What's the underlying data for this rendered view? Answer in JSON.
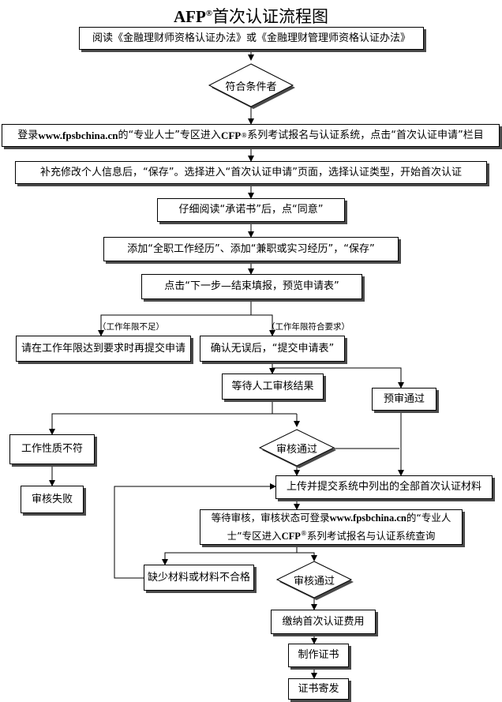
{
  "title": {
    "prefix": "AFP",
    "reg": "®",
    "suffix": "首次认证流程图"
  },
  "steps": {
    "read_rules": "阅读《金融理财师资格认证办法》或《金融理财管理师资格认证办法》",
    "eligible": "符合条件者",
    "login_1": "登录",
    "login_url": "www.fpsbchina.cn",
    "login_2": "的“专业人士”专区进入",
    "login_cfp": "CFP",
    "login_reg": "®",
    "login_3": "系列考试报名与认证系统，点击“首次认证申请”栏目",
    "fill_info": "补充修改个人信息后，“保存”。选择进入“首次认证申请”页面，选择认证类型，开始首次认证",
    "read_pledge": "仔细阅读“承诺书”后，点“同意”",
    "add_experience": "添加“全职工作经历”、添加“兼职或实习经历”，“保存”",
    "next_step": "点击“下一步—结束填报，预览申请表”",
    "label_insufficient": "（工作年限不足）",
    "label_meets": "（工作年限符合要求）",
    "reapply_later": "请在工作年限达到要求时再提交申请",
    "confirm_submit": "确认无误后，“提交申请表”",
    "wait_manual": "等待人工审核结果",
    "pre_approved": "预审通过",
    "job_mismatch": "工作性质不符",
    "review_passed_1": "审核通过",
    "review_failed": "审核失败",
    "upload_materials": "上传并提交系统中列出的全部首次认证材料",
    "wait_1": "等待审核，审核状态可登录",
    "wait_url": "www.fpsbchina.cn",
    "wait_2": "的“专业人士”专区进入",
    "wait_cfp": "CFP",
    "wait_reg": "®",
    "wait_3": "系列考试报名与认证系统查询",
    "missing_materials": "缺少材料或材料不合格",
    "review_passed_2": "审核通过",
    "pay_fee": "缴纳首次认证费用",
    "make_cert": "制作证书",
    "mail_cert": "证书寄发"
  }
}
